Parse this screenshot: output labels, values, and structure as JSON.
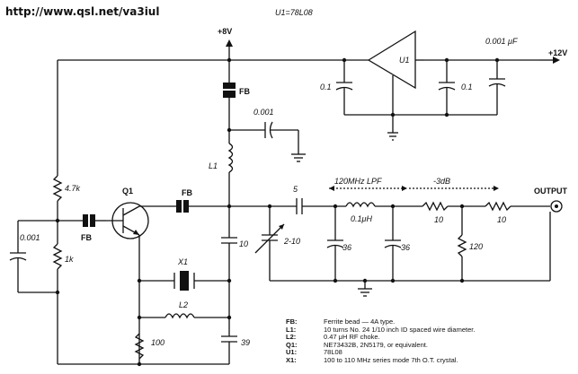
{
  "header": {
    "url": "http://www.qsl.net/va3iul",
    "u1_note": "U1=78L08"
  },
  "labels": {
    "plus8v": "+8V",
    "plus12v": "+12V",
    "output": "OUTPUT",
    "u1": "U1",
    "c_in": "0.1",
    "c_out": "0.1",
    "c_12v": "0.001 μF",
    "fb_top": "FB",
    "c_bypass": "0.001",
    "l1": "L1",
    "r_47k": "4.7k",
    "q1": "Q1",
    "fb_mid": "FB",
    "fb_left": "FB",
    "c_left": "0.001",
    "r_1k": "1k",
    "c_5": "5",
    "lpf": "120MHz LPF",
    "atten": "-3dB",
    "l_01": "0.1μH",
    "r_10a": "10",
    "r_10b": "10",
    "c_10": "10",
    "c_trim": "2-10",
    "c_36a": "36",
    "c_36b": "36",
    "r_120": "120",
    "x1": "X1",
    "l2": "L2",
    "r_100": "100",
    "c_39": "39"
  },
  "legend": [
    {
      "key": "FB:",
      "value": "Ferrite bead — 4A type."
    },
    {
      "key": "L1:",
      "value": "10 turns No. 24 1/10 inch ID spaced wire diameter."
    },
    {
      "key": "L2:",
      "value": "0.47 μH RF choke."
    },
    {
      "key": "Q1:",
      "value": "NE73432B, 2N5179, or equivalent."
    },
    {
      "key": "U1:",
      "value": "78L08"
    },
    {
      "key": "X1:",
      "value": "100 to 110 MHz series mode 7th O.T. crystal."
    }
  ]
}
